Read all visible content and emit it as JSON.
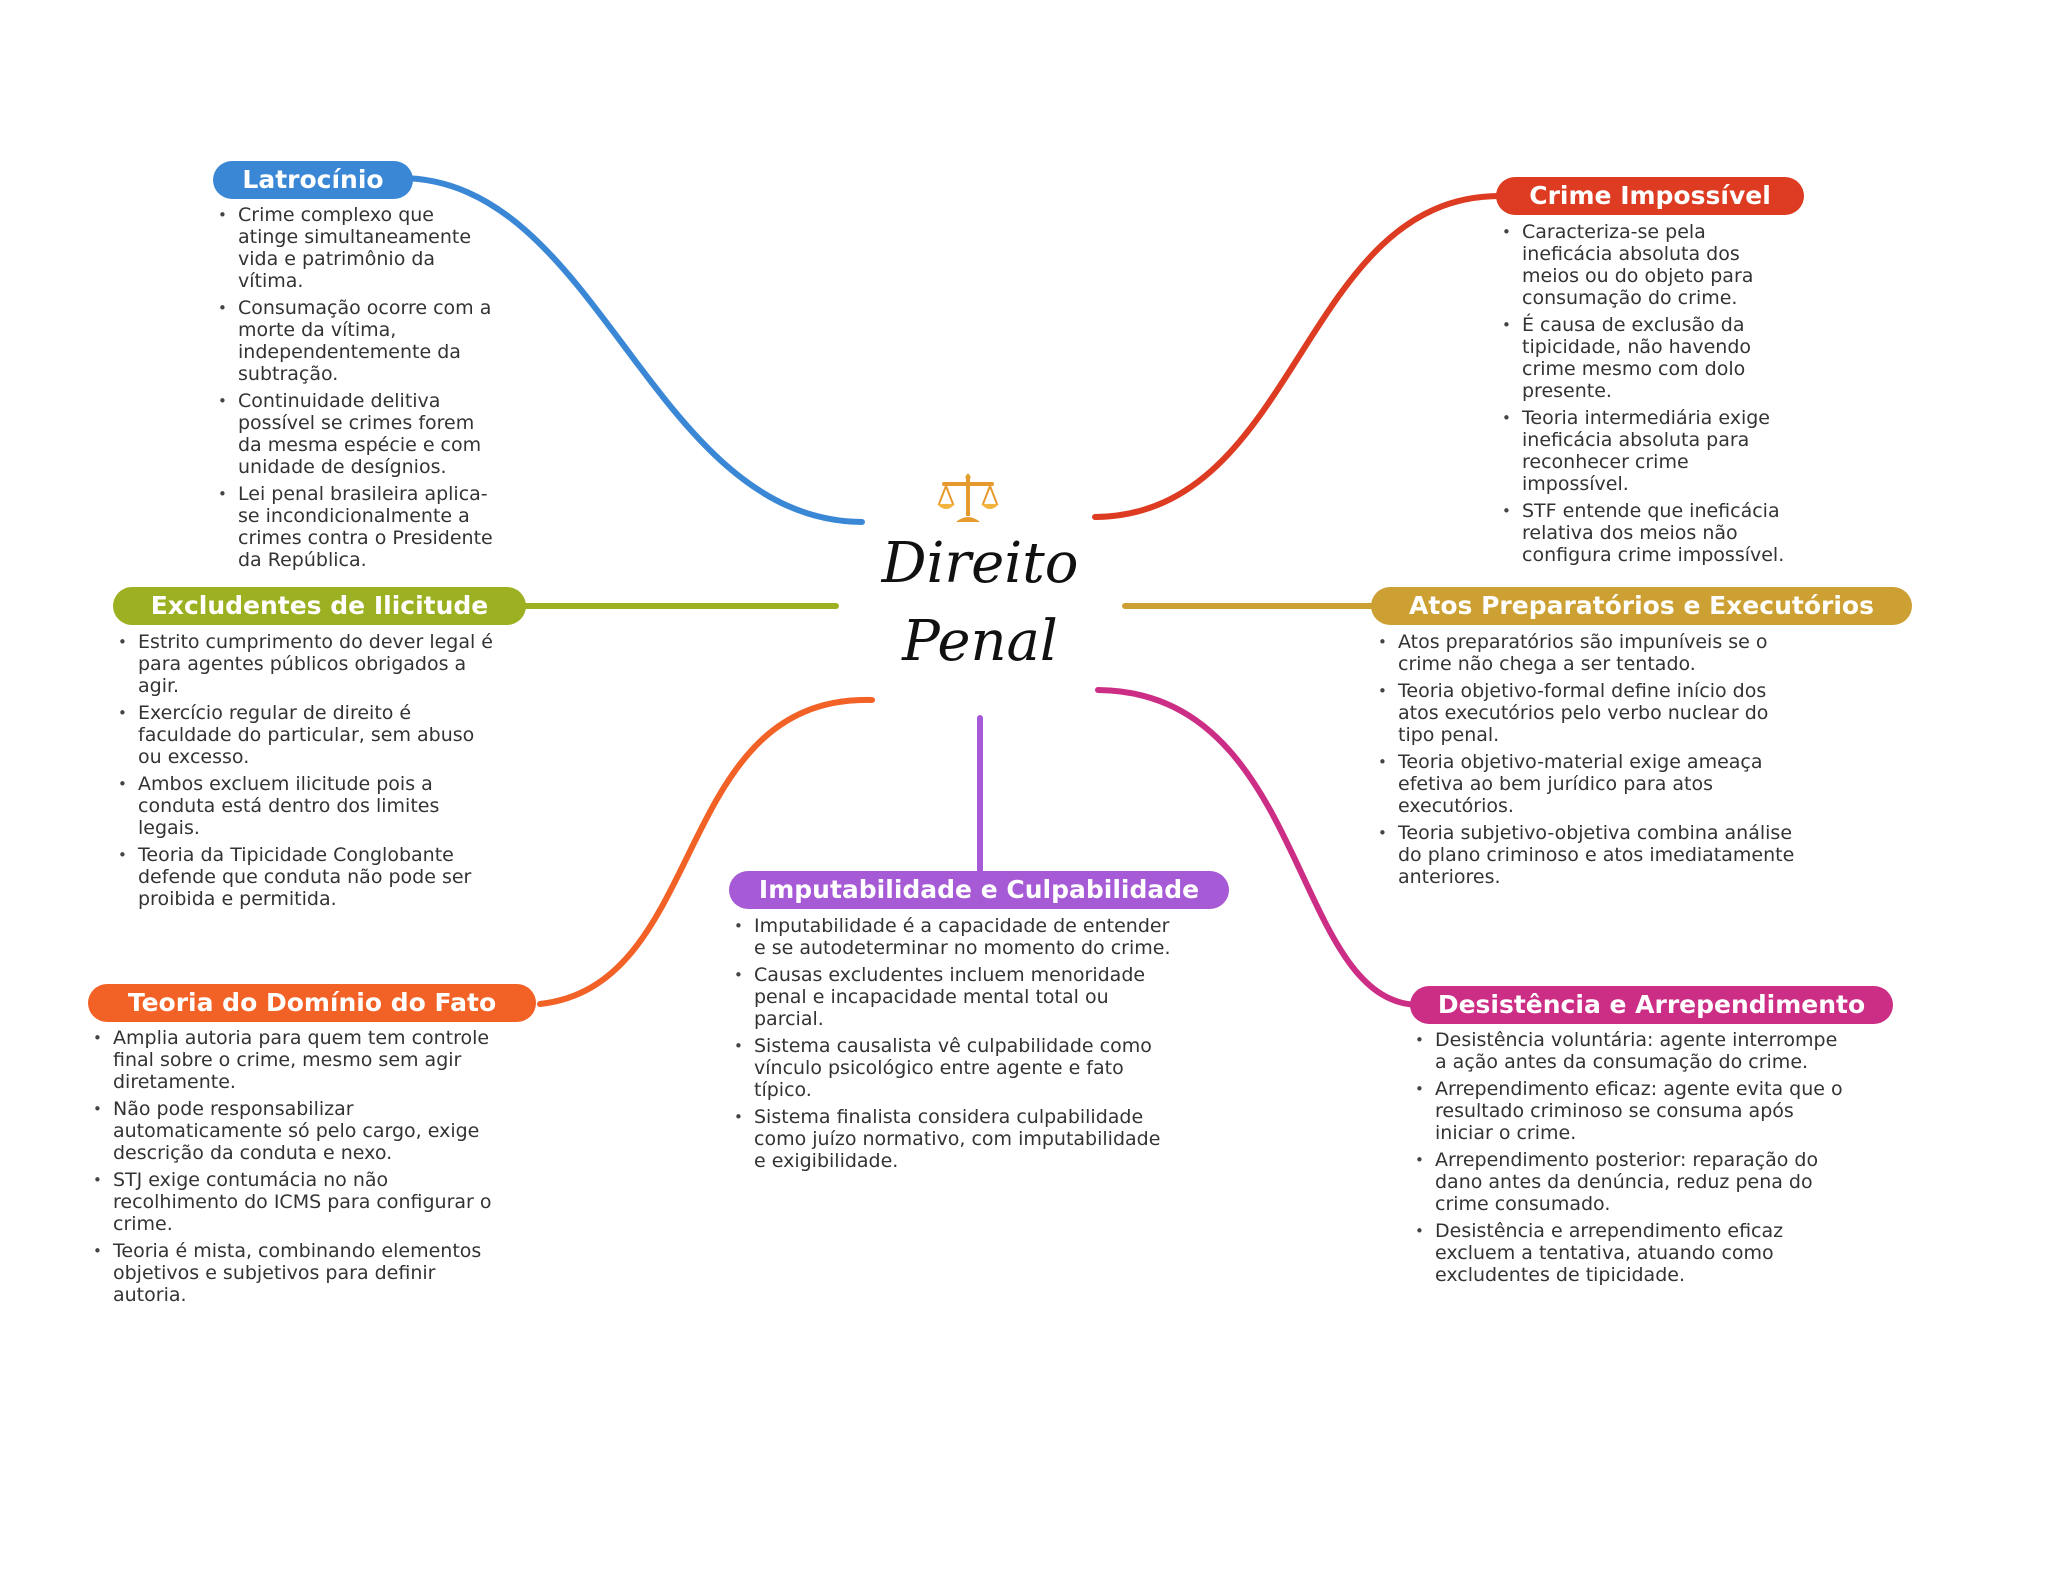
{
  "center": {
    "icon": "balance-scale-icon",
    "title_line1": "Direito",
    "title_line2": "Penal"
  },
  "topics": {
    "latrocinio": {
      "title": "Latrocínio",
      "color": "#3A87D6",
      "notes": [
        "Crime complexo que atinge simultaneamente vida e patrimônio da vítima.",
        "Consumação ocorre com a morte da vítima, independentemente da subtração.",
        "Continuidade delitiva possível se crimes forem da mesma espécie e com unidade de desígnios.",
        "Lei penal brasileira aplica-se incondicionalmente a crimes contra o Presidente da República."
      ]
    },
    "crime_impossivel": {
      "title": "Crime Impossível",
      "color": "#DD3B22",
      "notes": [
        "Caracteriza-se pela ineficácia absoluta dos meios ou do objeto para consumação do crime.",
        "É causa de exclusão da tipicidade, não havendo crime mesmo com dolo presente.",
        "Teoria intermediária exige ineficácia absoluta para reconhecer crime impossível.",
        "STF entende que ineficácia relativa dos meios não configura crime impossível."
      ]
    },
    "excludentes": {
      "title": "Excludentes de Ilicitude",
      "color": "#9CB021",
      "notes": [
        "Estrito cumprimento do dever legal é para agentes públicos obrigados a agir.",
        "Exercício regular de direito é faculdade do particular, sem abuso ou excesso.",
        "Ambos excluem ilicitude pois a conduta está dentro dos limites legais.",
        "Teoria da Tipicidade Conglobante defende que conduta não pode ser proibida e permitida."
      ]
    },
    "atos": {
      "title": "Atos Preparatórios e Executórios",
      "color": "#CDA033",
      "notes": [
        "Atos preparatórios são impuníveis se o crime não chega a ser tentado.",
        "Teoria objetivo-formal define início dos atos executórios pelo verbo nuclear do tipo penal.",
        "Teoria objetivo-material exige ameaça efetiva ao bem jurídico para atos executórios.",
        "Teoria subjetivo-objetiva combina análise do plano criminoso e atos imediatamente anteriores."
      ]
    },
    "imputabilidade": {
      "title": "Imputabilidade e Culpabilidade",
      "color": "#A65AD6",
      "notes": [
        "Imputabilidade é a capacidade de entender e se autodeterminar no momento do crime.",
        "Causas excludentes incluem menoridade penal e incapacidade mental total ou parcial.",
        "Sistema causalista vê culpabilidade como vínculo psicológico entre agente e fato típico.",
        "Sistema finalista considera culpabilidade como juízo normativo, com imputabilidade e exigibilidade."
      ]
    },
    "dominio": {
      "title": "Teoria do Domínio do Fato",
      "color": "#F26125",
      "notes": [
        "Amplia autoria para quem tem controle final sobre o crime, mesmo sem agir diretamente.",
        "Não pode responsabilizar automaticamente só pelo cargo, exige descrição da conduta e nexo.",
        "STJ exige contumácia no não recolhimento do ICMS para configurar o crime.",
        "Teoria é mista, combinando elementos objetivos e subjetivos para definir autoria."
      ]
    },
    "desistencia": {
      "title": "Desistência e Arrependimento",
      "color": "#CC2E86",
      "notes": [
        "Desistência voluntária: agente interrompe a ação antes da consumação do crime.",
        "Arrependimento eficaz: agente evita que o resultado criminoso se consuma após iniciar o crime.",
        "Arrependimento posterior: reparação do dano antes da denúncia, reduz pena do crime consumado.",
        "Desistência e arrependimento eficaz excluem a tentativa, atuando como excludentes de tipicidade."
      ]
    }
  }
}
